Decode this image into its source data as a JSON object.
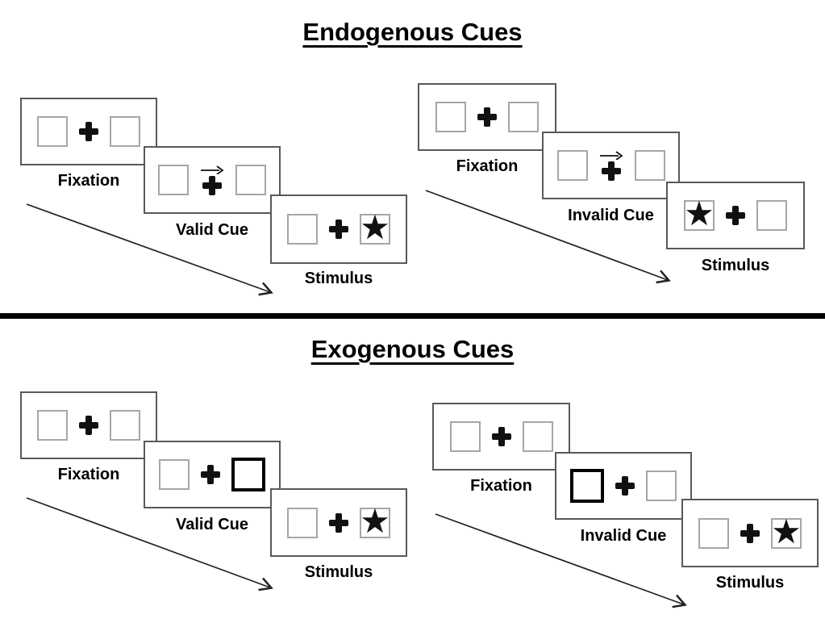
{
  "diagram": {
    "kind": "Posner cueing task schematic",
    "icons": {
      "star": "★",
      "fixation_cross": "+",
      "cue_arrow_direction": "right"
    },
    "colors": {
      "panel_border": "#595959",
      "square_border": "#a6a6a6",
      "bold_square_border": "#000000",
      "symbol": "#111111",
      "divider": "#000000",
      "text": "#000000",
      "bg": "#ffffff"
    },
    "sections": [
      {
        "title": "Endogenous Cues",
        "sequences": [
          {
            "name": "valid",
            "steps": [
              {
                "label": "Fixation",
                "type": "fixation"
              },
              {
                "label": "Valid Cue",
                "type": "arrow-cue",
                "cue_direction": "right"
              },
              {
                "label": "Stimulus",
                "type": "stimulus",
                "star_side": "right"
              }
            ]
          },
          {
            "name": "invalid",
            "steps": [
              {
                "label": "Fixation",
                "type": "fixation"
              },
              {
                "label": "Invalid Cue",
                "type": "arrow-cue",
                "cue_direction": "right"
              },
              {
                "label": "Stimulus",
                "type": "stimulus",
                "star_side": "left"
              }
            ]
          }
        ]
      },
      {
        "title": "Exogenous Cues",
        "sequences": [
          {
            "name": "valid",
            "steps": [
              {
                "label": "Fixation",
                "type": "fixation"
              },
              {
                "label": "Valid Cue",
                "type": "box-cue",
                "bold_side": "right"
              },
              {
                "label": "Stimulus",
                "type": "stimulus",
                "star_side": "right"
              }
            ]
          },
          {
            "name": "invalid",
            "steps": [
              {
                "label": "Fixation",
                "type": "fixation"
              },
              {
                "label": "Invalid Cue",
                "type": "box-cue",
                "bold_side": "left"
              },
              {
                "label": "Stimulus",
                "type": "stimulus",
                "star_side": "right"
              }
            ]
          }
        ]
      }
    ]
  }
}
